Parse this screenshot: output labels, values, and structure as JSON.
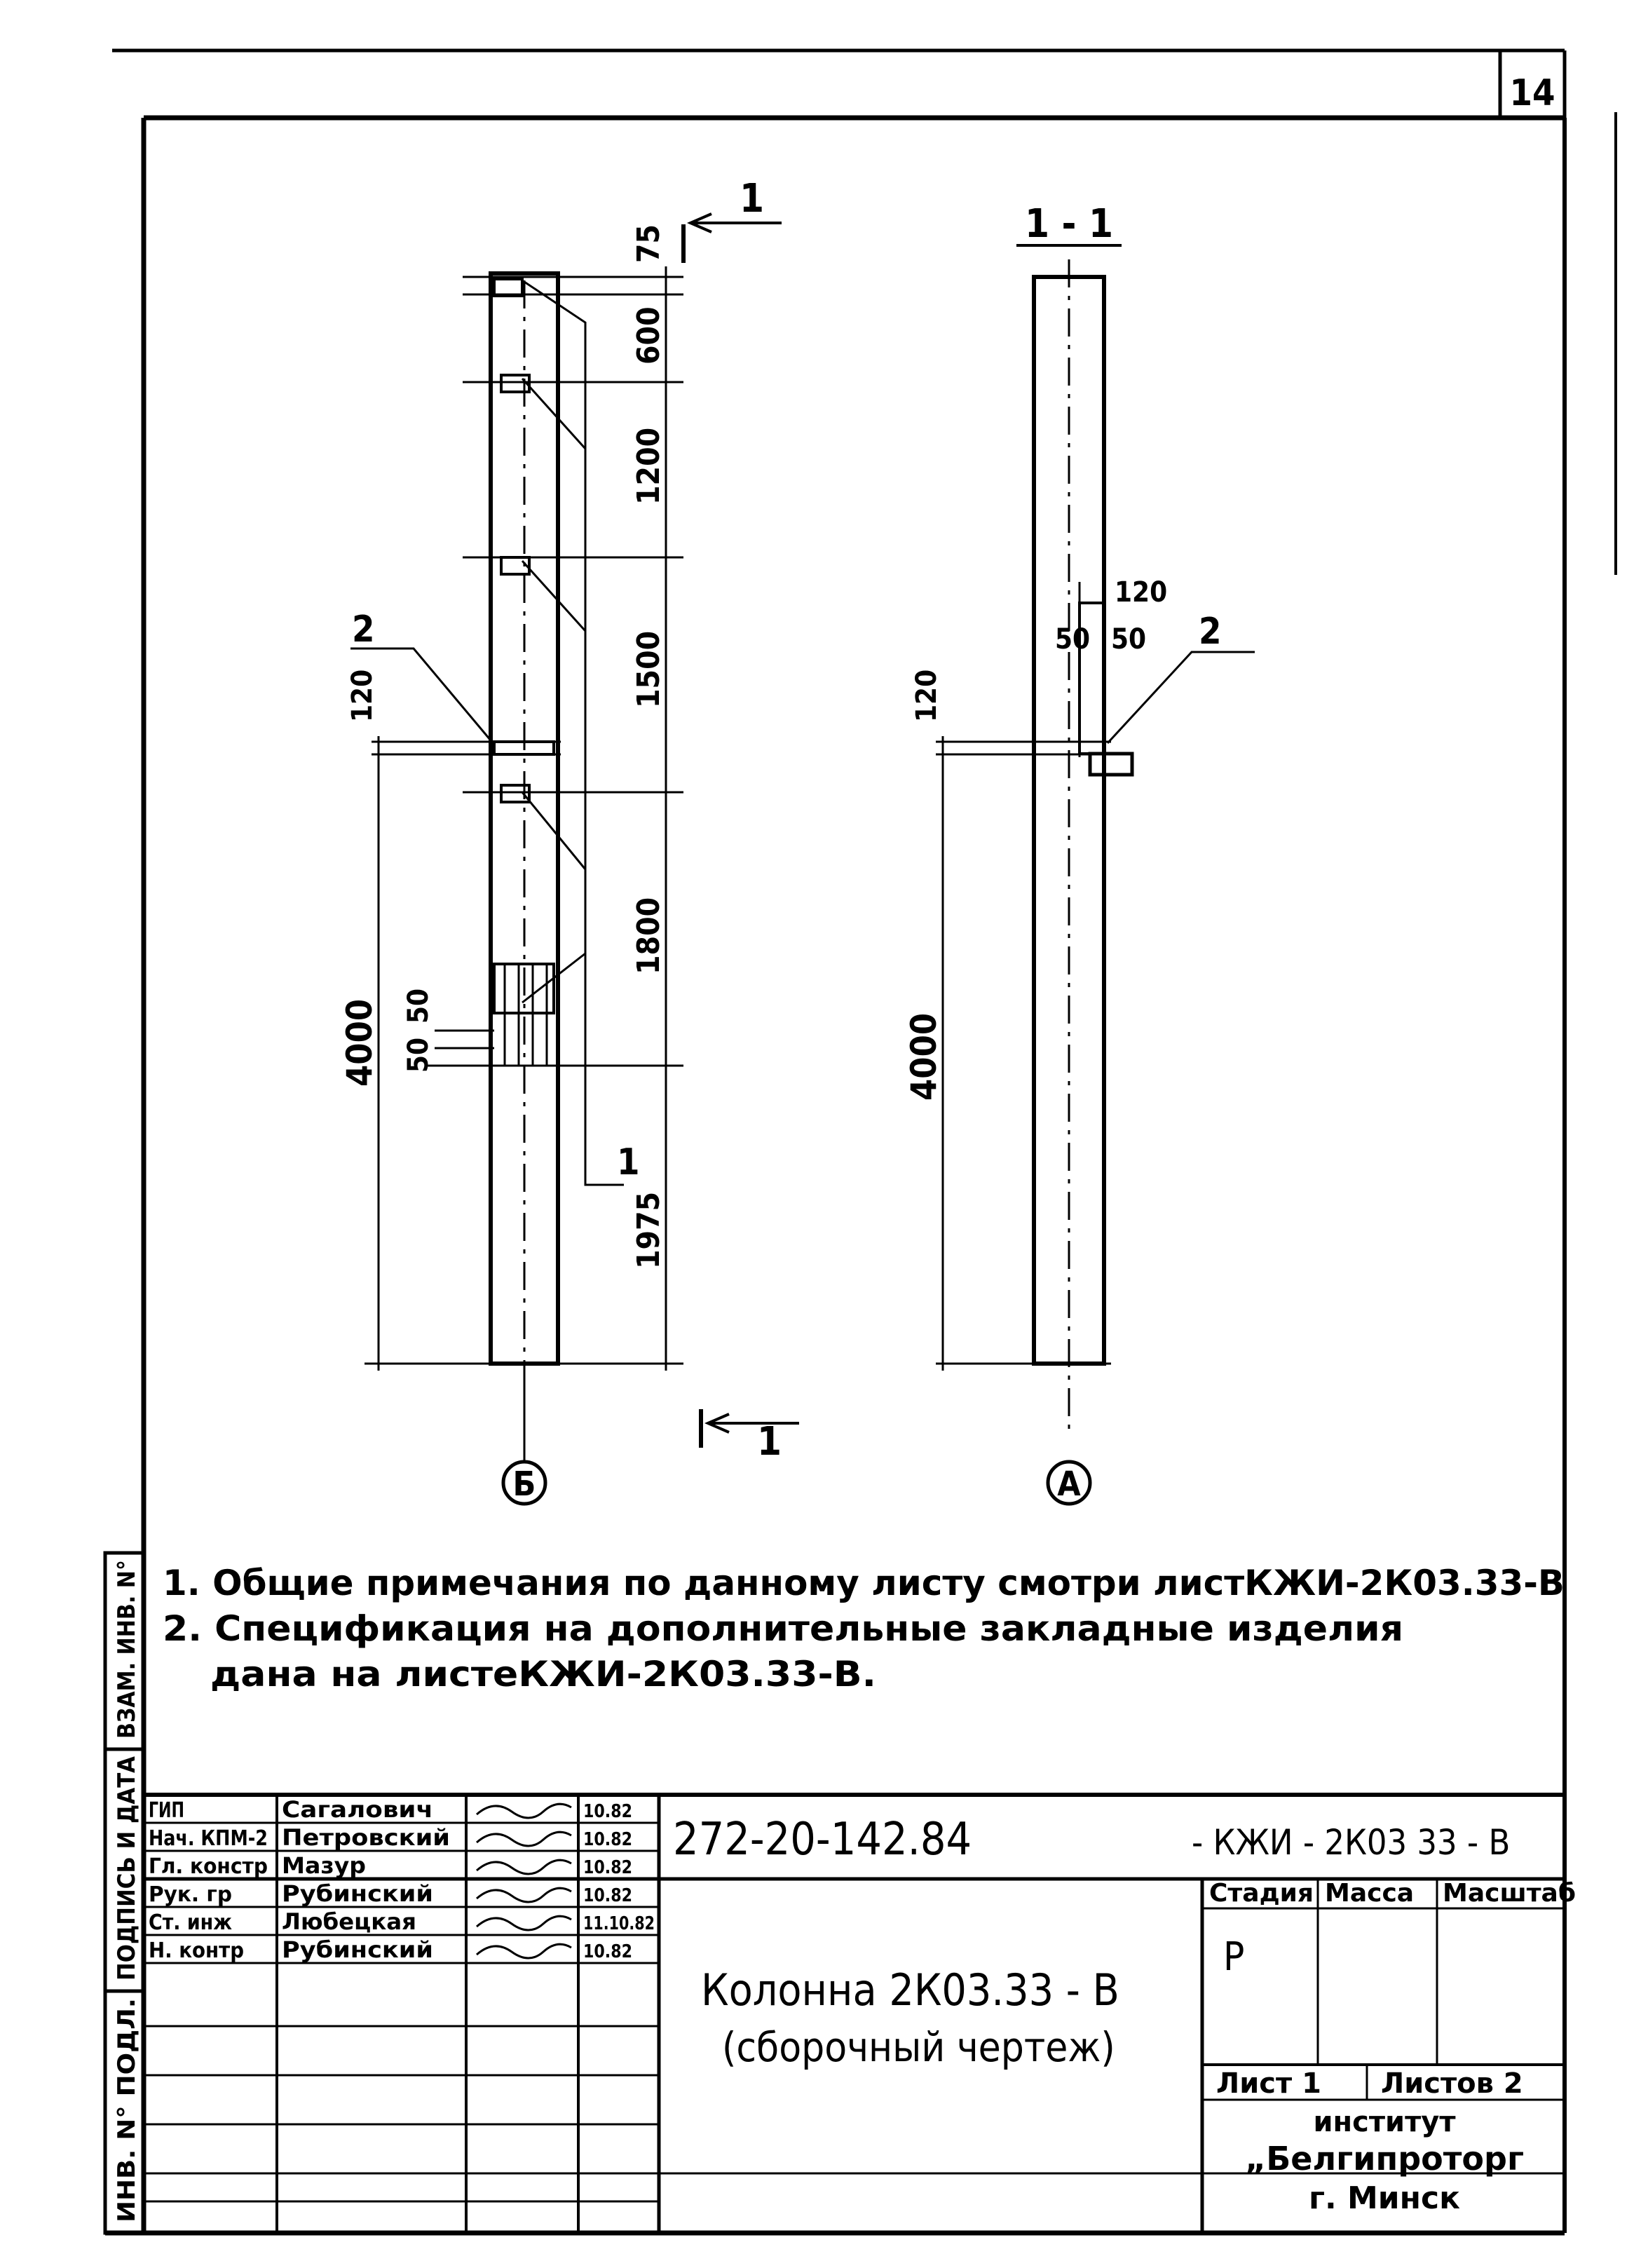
{
  "sheet_number": "14",
  "section_mark": "1",
  "section_title": "1 - 1",
  "axes": {
    "left_axis": "Б",
    "right_axis": "А"
  },
  "callouts": {
    "item1": "1",
    "item2": "2"
  },
  "dimensions_left": {
    "d75": "75",
    "d600": "600",
    "d1200": "1200",
    "d1500": "1500",
    "d1800": "1800",
    "d1975": "1975",
    "d4000": "4000",
    "d120": "120",
    "d50a": "50",
    "d50b": "50"
  },
  "dimensions_right": {
    "d120top": "120",
    "d50a": "50",
    "d50b": "50",
    "d120": "120",
    "d4000": "4000"
  },
  "notes": {
    "line1": "1. Общие примечания по данному листу смотри листКЖИ-2К03.33-В",
    "line2": "2. Спецификация на дополнительные закладные изделия",
    "line3": "дана на листеКЖИ-2К03.33-В."
  },
  "side_stamp": {
    "vzam": "ВЗАМ. ИНВ. N°",
    "podpis": "ПОДПИСЬ И ДАТА",
    "inv": "ИНВ. N° ПОДЛ."
  },
  "title_block": {
    "signatures": [
      {
        "role": "ГИП",
        "name": "Сагалович",
        "date": "10.82"
      },
      {
        "role": "Нач. КПМ-2",
        "name": "Петровский",
        "date": "10.82"
      },
      {
        "role": "Гл. констр",
        "name": "Мазур",
        "date": "10.82"
      },
      {
        "role": "Рук. гр",
        "name": "Рубинский",
        "date": "10.82"
      },
      {
        "role": "Ст. инж",
        "name": "Любецкая",
        "date": "11.10.82"
      },
      {
        "role": "Н. контр",
        "name": "Рубинский",
        "date": "10.82"
      }
    ],
    "project_code": "272-20-142.84",
    "doc_code": "- КЖИ - 2К03 33 - В",
    "title_line1": "Колонна 2К03.33 - В",
    "title_line2": "(сборочный чертеж)",
    "stage_label": "Стадия",
    "mass_label": "Масса",
    "scale_label": "Масштаб",
    "stage_value": "Р",
    "sheet_label": "Лист 1",
    "sheets_label": "Листов 2",
    "org_line1": "институт",
    "org_line2": "„Белгипроторг",
    "org_line3": "г. Минск"
  }
}
